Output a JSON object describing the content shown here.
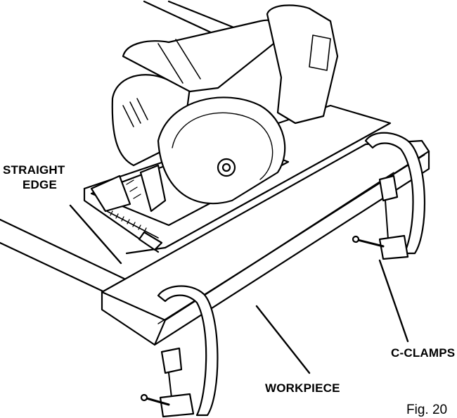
{
  "labels": {
    "straight_edge_line1": "STRAIGHT",
    "straight_edge_line2": "EDGE",
    "c_clamps": "C-CLAMPS",
    "workpiece": "WORKPIECE"
  },
  "figure_caption": "Fig. 20",
  "colors": {
    "ink": "#000000",
    "paper": "#ffffff"
  }
}
